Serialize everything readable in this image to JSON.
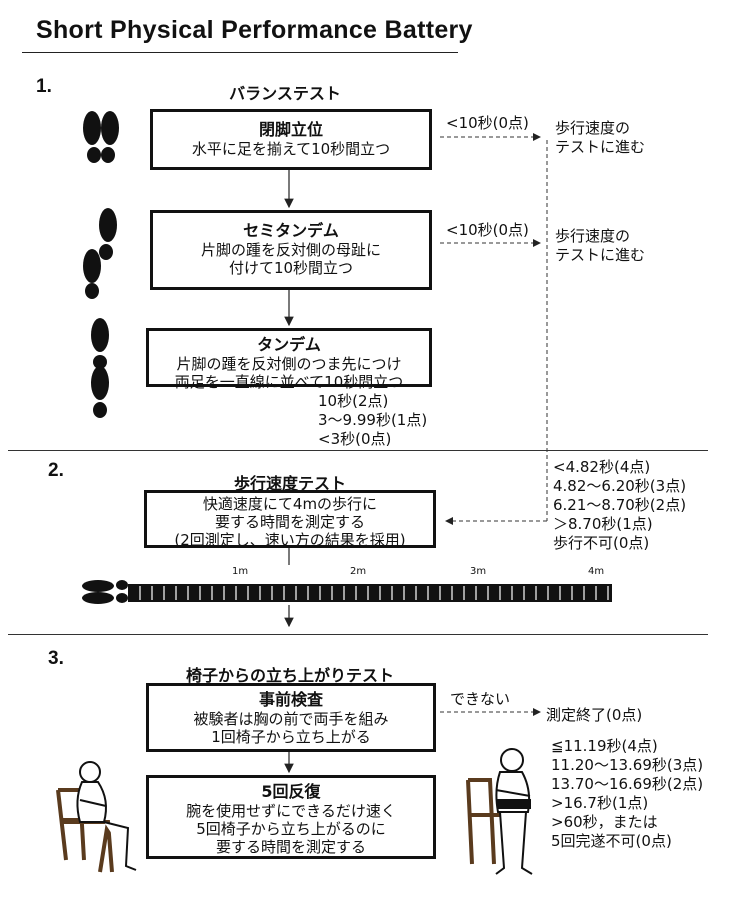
{
  "title": "Short Physical Performance Battery",
  "sections": {
    "balance": {
      "number": "1.",
      "heading": "バランステスト",
      "side_by_side": {
        "title": "閉脚立位",
        "desc": "水平に足を揃えて10秒間立つ",
        "fail_label": "<10秒(0点)",
        "fail_result": [
          "歩行速度の",
          "テストに進む"
        ]
      },
      "semi_tandem": {
        "title": "セミタンデム",
        "desc": [
          "片脚の踵を反対側の母趾に",
          "付けて10秒間立つ"
        ],
        "fail_label": "<10秒(0点)",
        "fail_result": [
          "歩行速度の",
          "テストに進む"
        ]
      },
      "tandem": {
        "title": "タンデム",
        "desc": [
          "片脚の踵を反対側のつま先につけ",
          "両足を一直線に並べて10秒間立つ"
        ]
      },
      "scores": [
        "10秒(2点)",
        "3～9.99秒(1点)",
        "<3秒(0点)"
      ]
    },
    "gait": {
      "number": "2.",
      "heading": "歩行速度テスト",
      "desc": [
        "快適速度にて4mの歩行に",
        "要する時間を測定する",
        "(2回測定し、速い方の結果を採用)"
      ],
      "scores": [
        "<4.82秒(4点)",
        "4.82～6.20秒(3点)",
        "6.21～8.70秒(2点)",
        "＞8.70秒(1点)",
        "歩行不可(0点)"
      ],
      "track_labels": [
        "1m",
        "2m",
        "3m",
        "4m"
      ]
    },
    "chair": {
      "number": "3.",
      "heading": "椅子からの立ち上がりテスト",
      "pretest": {
        "title": "事前検査",
        "desc": [
          "被験者は胸の前で両手を組み",
          "1回椅子から立ち上がる"
        ]
      },
      "fail_label": "できない",
      "fail_result": "測定終了(0点)",
      "repeat": {
        "title": "5回反復",
        "desc": [
          "腕を使用せずにできるだけ速く",
          "5回椅子から立ち上がるのに",
          "要する時間を測定する"
        ]
      },
      "scores": [
        "≦11.19秒(4点)",
        "11.20～13.69秒(3点)",
        "13.70～16.69秒(2点)",
        ">16.7秒(1点)",
        ">60秒，または",
        "5回完遂不可(0点)"
      ]
    }
  },
  "icons": [
    "footprints-side-by-side-icon",
    "footprints-semi-tandem-icon",
    "footprints-tandem-icon",
    "footprints-walk-icon",
    "seated-person-icon",
    "standing-person-icon"
  ]
}
